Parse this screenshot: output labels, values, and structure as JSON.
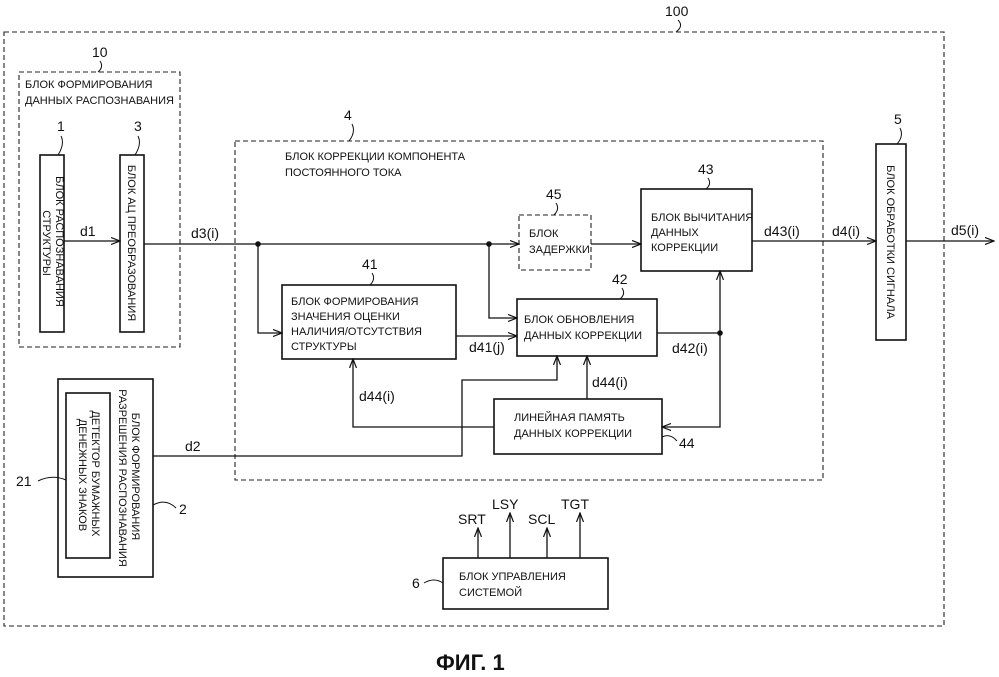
{
  "diagram": {
    "labels": {
      "device": "100",
      "unit10": "10",
      "unit1": "1",
      "unit3": "3",
      "unit4": "4",
      "unit45": "45",
      "unit43": "43",
      "unit41": "41",
      "unit42": "42",
      "unit5": "5",
      "unit44": "44",
      "unit2": "2",
      "unit21": "21",
      "unit6": "6"
    },
    "blocks": {
      "b10": [
        "БЛОК ФОРМИРОВАНИЯ",
        "ДАННЫХ РАСПОЗНАВАНИЯ"
      ],
      "b1": [
        "БЛОК РАСПОЗНАВАНИЯ",
        "СТРУКТУРЫ"
      ],
      "b3": [
        "БЛОК АЦ ПРЕОБРАЗОВАНИЯ"
      ],
      "b4": [
        "БЛОК КОРРЕКЦИИ КОМПОНЕНТА",
        "ПОСТОЯННОГО ТОКА"
      ],
      "b45": [
        "БЛОК",
        "ЗАДЕРЖКИ"
      ],
      "b43": [
        "БЛОК ВЫЧИТАНИЯ",
        "ДАННЫХ",
        "КОРРЕКЦИИ"
      ],
      "b41": [
        "БЛОК ФОРМИРОВАНИЯ",
        "ЗНАЧЕНИЯ ОЦЕНКИ",
        "НАЛИЧИЯ/ОТСУТСТВИЯ",
        "СТРУКТУРЫ"
      ],
      "b42": [
        "БЛОК ОБНОВЛЕНИЯ",
        "ДАННЫХ КОРРЕКЦИИ"
      ],
      "b44": [
        "ЛИНЕЙНАЯ ПАМЯТЬ",
        "ДАННЫХ КОРРЕКЦИИ"
      ],
      "b5": [
        "БЛОК ОБРАБОТКИ СИГНАЛА"
      ],
      "b2": [
        "БЛОК ФОРМИРОВАНИЯ",
        "РАЗРЕШЕНИЯ РАСПОЗНАВАНИЯ"
      ],
      "b21": [
        "ДЕТЕКТОР БУМАЖНЫХ",
        "ДЕНЕЖНЫХ ЗНАКОВ"
      ],
      "b6": [
        "БЛОК УПРАВЛЕНИЯ",
        "СИСТЕМОЙ"
      ]
    },
    "signals": {
      "d1": "d1",
      "d3": "d3(i)",
      "d43": "d43(i)",
      "d4": "d4(i)",
      "d5": "d5(i)",
      "d41": "d41(j)",
      "d42": "d42(i)",
      "d44a": "d44(i)",
      "d44b": "d44(i)",
      "d2": "d2",
      "srt": "SRT",
      "lsy": "LSY",
      "scl": "SCL",
      "tgt": "TGT"
    },
    "caption": "ФИГ. 1"
  }
}
